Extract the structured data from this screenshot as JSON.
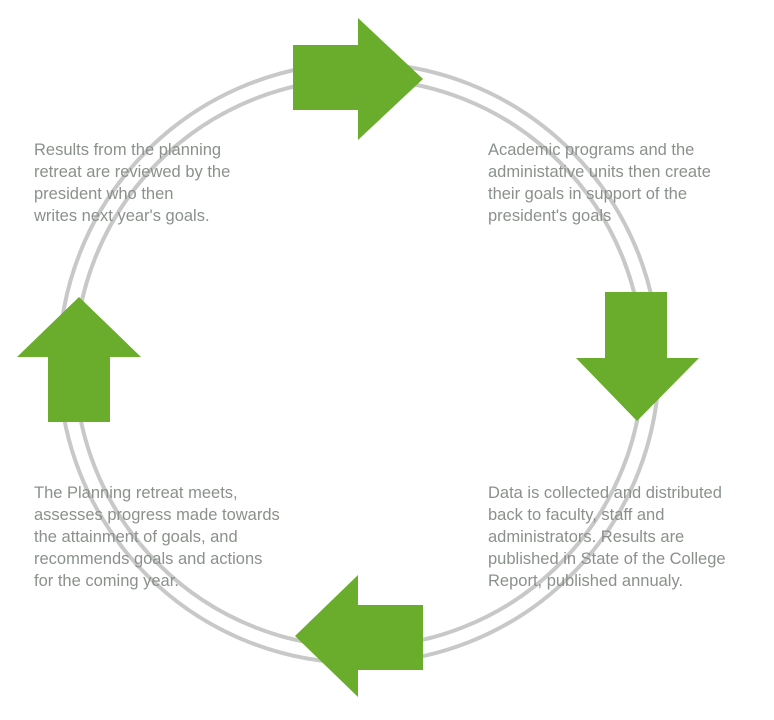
{
  "colors": {
    "ring": "#c8c8c8",
    "arrow": "#6aac2c",
    "text": "#8a918a"
  },
  "steps": [
    {
      "lines": [
        "Academic programs and the",
        "administative units then create",
        "their goals in support of the",
        "president's goals"
      ]
    },
    {
      "lines": [
        "Data is collected and distributed",
        "back to faculty, staff and",
        "administrators. Results are",
        "published in State of the College",
        "Report, published annualy."
      ]
    },
    {
      "lines": [
        "The Planning retreat meets,",
        "assesses progress made towards",
        "the attainment of goals, and",
        "recommends goals and actions",
        "for the coming year."
      ]
    },
    {
      "lines": [
        "Results from the planning",
        "retreat are reviewed by the",
        "president who then",
        "writes next year's goals."
      ]
    }
  ],
  "arrows": [
    {
      "direction": "right"
    },
    {
      "direction": "down"
    },
    {
      "direction": "left"
    },
    {
      "direction": "up"
    }
  ]
}
